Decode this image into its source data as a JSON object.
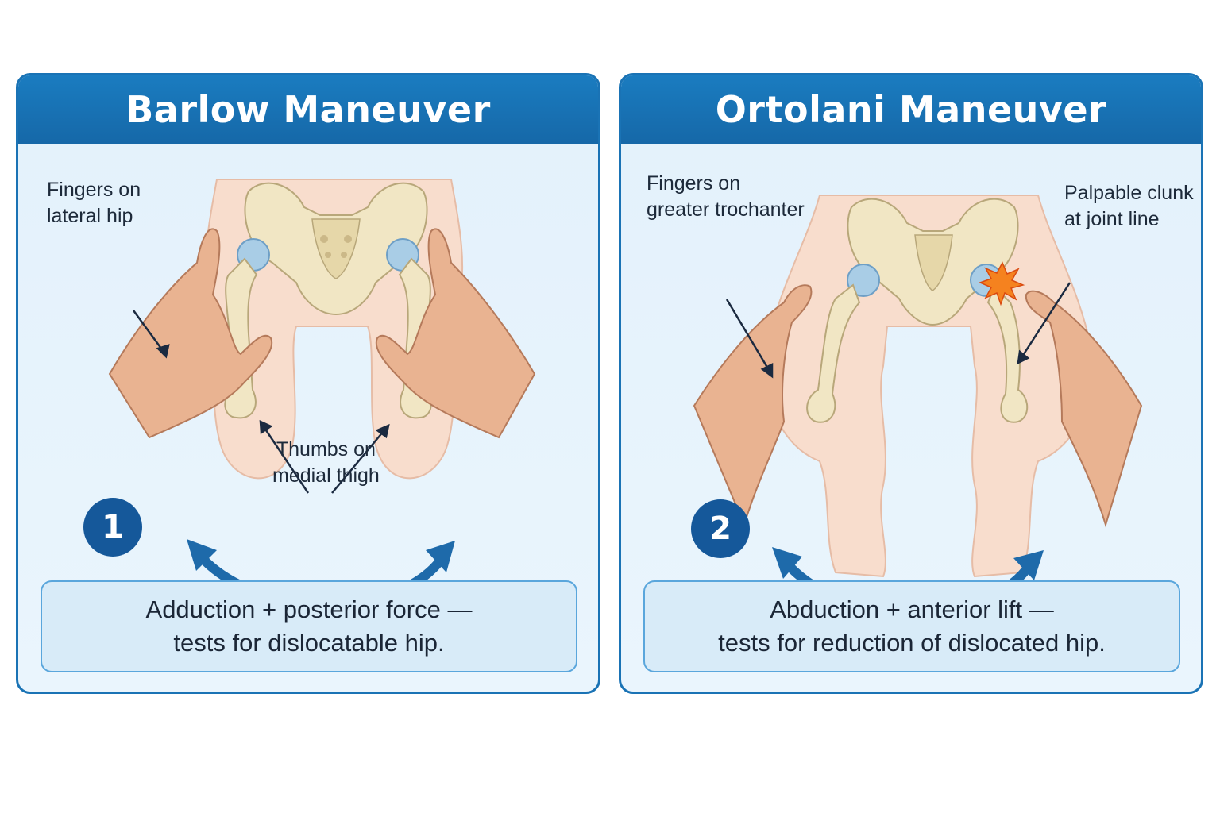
{
  "panels": [
    {
      "title": "Barlow Maneuver",
      "step": "1",
      "labels": {
        "fingers_line1": "Fingers on",
        "fingers_line2": "lateral hip",
        "thumbs_line1": "Thumbs on",
        "thumbs_line2": "medial thigh"
      },
      "caption_line1": "Adduction + posterior force —",
      "caption_line2": "tests for dislocatable hip."
    },
    {
      "title": "Ortolani Maneuver",
      "step": "2",
      "labels": {
        "fingers_line1": "Fingers on",
        "fingers_line2": "greater trochanter",
        "clunk_line1": "Palpable clunk",
        "clunk_line2": "at joint line"
      },
      "caption_line1": "Abduction + anterior lift —",
      "caption_line2": "tests for reduction of dislocated hip."
    }
  ],
  "colors": {
    "header": "#1a73b5",
    "panel_bg": "#e3f1fb",
    "arrow": "#1e6aaa",
    "skin": "#f8d9c8",
    "hand": "#e9b391",
    "bone": "#f0e6c4",
    "cartilage": "#a9cde6",
    "clunk": "#f5821f"
  },
  "icons": [
    "curved-double-arrow-icon",
    "clunk-burst-icon"
  ]
}
